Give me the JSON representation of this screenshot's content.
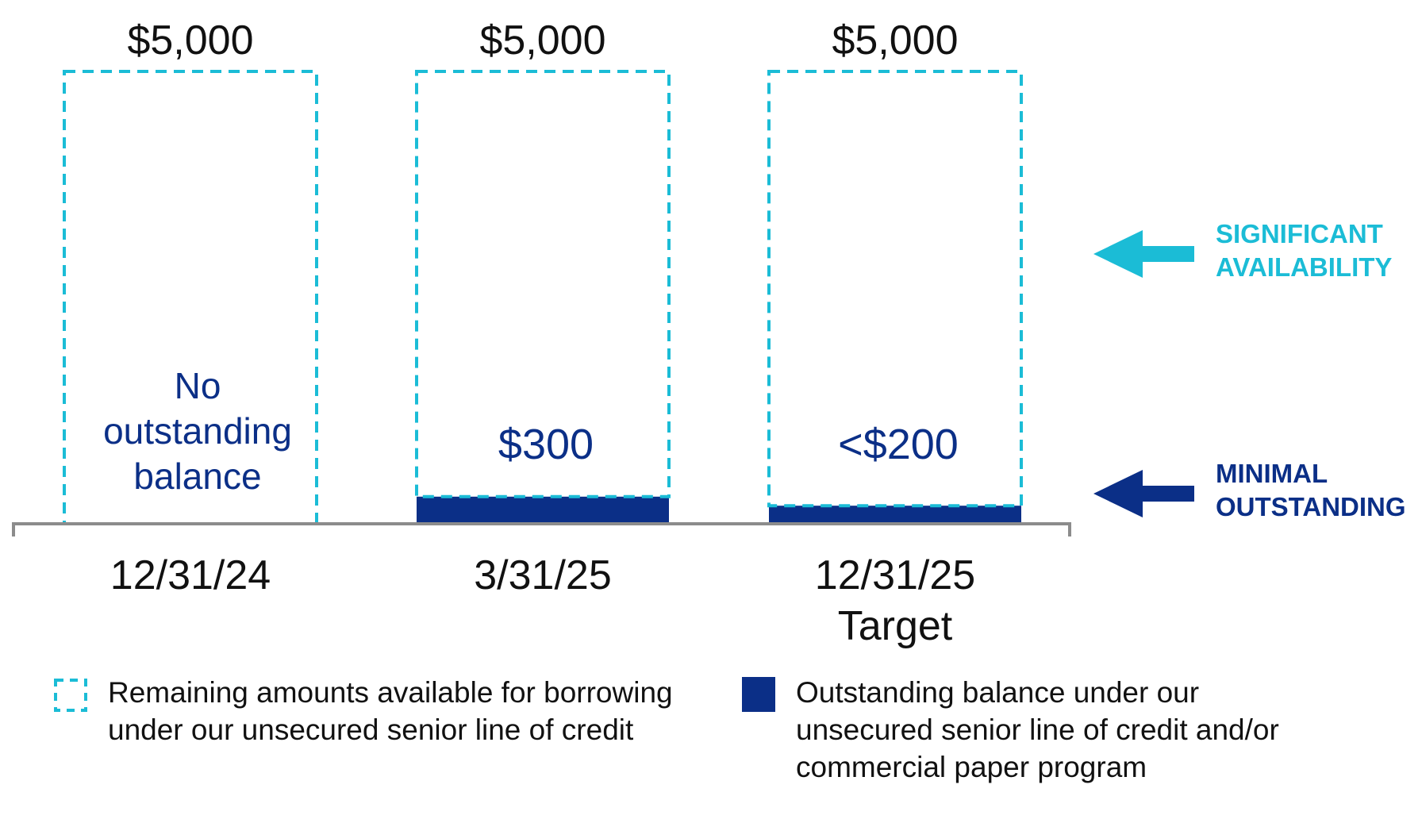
{
  "colors": {
    "available": "#1BBCD6",
    "outstanding": "#0B2F87",
    "axis": "#8C8C8C",
    "text": "#111111",
    "label_blue": "#0B2F87",
    "arrow_top": "#1BBCD6",
    "arrow_bottom": "#0B2F87"
  },
  "chart_data": {
    "type": "bar",
    "stacked": true,
    "ylim": [
      0,
      5000
    ],
    "categories": [
      [
        "12/31/24"
      ],
      [
        "3/31/25"
      ],
      [
        "12/31/25",
        "Target"
      ]
    ],
    "totals": [
      5000,
      5000,
      5000
    ],
    "total_labels": [
      "$5,000",
      "$5,000",
      "$5,000"
    ],
    "series": [
      {
        "name": "Outstanding balance under our unsecured senior line of credit and/or commercial paper program",
        "values": [
          0,
          300,
          200
        ],
        "labels": [
          [
            "No",
            "outstanding",
            "balance"
          ],
          [
            "$300"
          ],
          [
            "<$200"
          ]
        ],
        "color": "#0B2F87"
      },
      {
        "name": "Remaining amounts available for borrowing under our unsecured senior line of credit",
        "values": [
          5000,
          4700,
          4800
        ],
        "color": "#1BBCD6"
      }
    ],
    "legend": [
      {
        "style": "dashed-box",
        "lines": [
          "Remaining amounts available for borrowing",
          "under our unsecured senior line of credit"
        ]
      },
      {
        "style": "filled-box",
        "lines": [
          "Outstanding balance under our",
          "unsecured senior line of credit and/or",
          "commercial paper program"
        ]
      }
    ],
    "legend_position": "bottom",
    "annotations": [
      {
        "lines": [
          "SIGNIFICANT",
          "AVAILABILITY"
        ],
        "color": "#1BBCD6",
        "arrow": "left"
      },
      {
        "lines": [
          "MINIMAL",
          "OUTSTANDING"
        ],
        "color": "#0B2F87",
        "arrow": "left"
      }
    ]
  }
}
